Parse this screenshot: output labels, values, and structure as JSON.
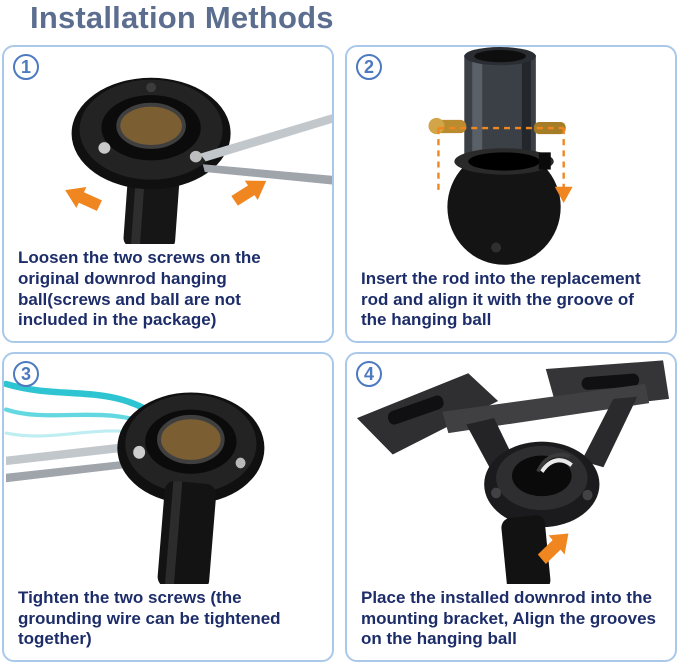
{
  "title": "Installation Methods",
  "steps": [
    {
      "number": "1",
      "caption": "Loosen the two screws on the original downrod hanging ball(screws and ball are not included in the package)",
      "photo": "downrod-ball-with-screwdriver-and-loosen-arrows"
    },
    {
      "number": "2",
      "caption": "Insert the rod into the replacement rod and align it with the groove of the hanging ball",
      "photo": "rod-inserted-into-ball-with-alignment-guides"
    },
    {
      "number": "3",
      "caption": "Tighten the two screws (the grounding wire can be tightened together)",
      "photo": "downrod-ball-with-screwdriver-and-grounding-wires"
    },
    {
      "number": "4",
      "caption": "Place the installed downrod into the mounting bracket, Align the grooves on the hanging ball",
      "photo": "downrod-installed-in-mounting-bracket-with-align-arrow"
    }
  ],
  "icons": {
    "direction_arrow": "orange directional arrow",
    "dashed_guide": "orange dashed alignment lines"
  },
  "colors": {
    "title": "#5c6e90",
    "panel_border": "#aac9ea",
    "step_number": "#4d79c0",
    "caption_text": "#1d2d69",
    "arrow": "#f0861f",
    "wire": "#2fc4d2",
    "brass_pin": "#bb8c2f"
  }
}
